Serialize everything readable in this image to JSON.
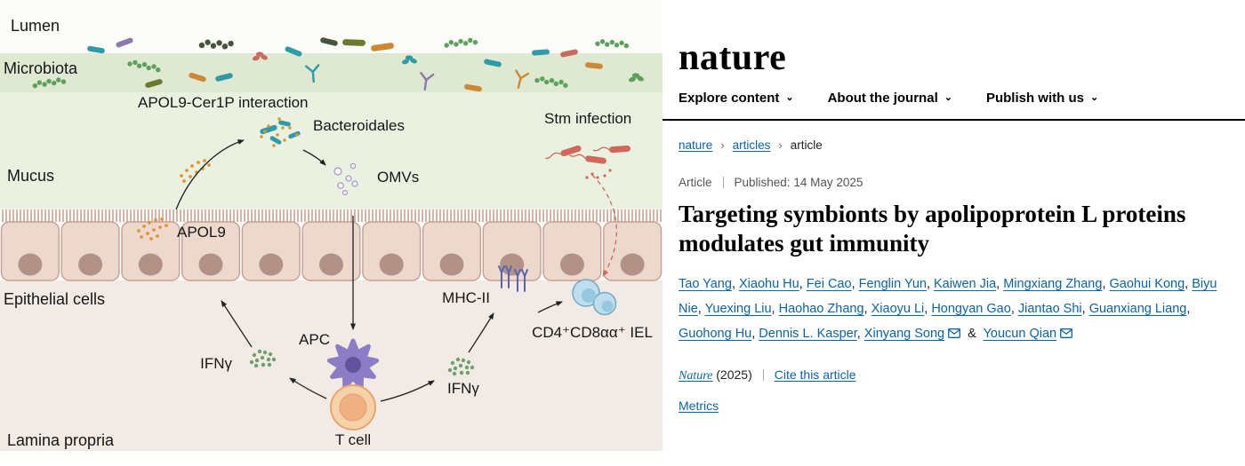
{
  "diagram": {
    "labels": {
      "lumen": "Lumen",
      "microbiota": "Microbiota",
      "apol9_cer1p": "APOL9-Cer1P interaction",
      "bacteroidales": "Bacteroidales",
      "omvs": "OMVs",
      "mucus": "Mucus",
      "stm_infection": "Stm infection",
      "apol9": "APOL9",
      "epithelial_cells": "Epithelial cells",
      "mhc2": "MHC-II",
      "iel": "CD4⁺CD8αα⁺ IEL",
      "apc": "APC",
      "ifng_left": "IFNγ",
      "ifng_right": "IFNγ",
      "t_cell": "T cell",
      "lamina_propria": "Lamina propria"
    },
    "colors": {
      "lumen_bg": "#fcfcf9",
      "band_bg": "#dfe9d2",
      "mucus_bg": "#eaf1e0",
      "lamina_bg": "#f2eae4",
      "bottom_bg": "#fdfdfb",
      "epithelial_fill": "#ecd8cd",
      "epithelial_stroke": "#c6a093",
      "villi": "#cba296",
      "nucleus": "#b29186",
      "apc": "#8b7cc6",
      "apc_nucleus": "#63539e",
      "t_cell": "#f6d2ab",
      "t_cell_stroke": "#e8a46f",
      "t_cell_inner": "#efb184",
      "iel_fill": "#bedded",
      "iel_stroke": "#74aac6",
      "iel_inner": "#96c8de",
      "mhc": "#5566b0",
      "stm": "#d2675c",
      "apol9_dots": "#dd9630",
      "ifng_dots": "#6f9f6f",
      "omv": "#a493c4",
      "teal": "#2f9ba8",
      "green": "#5ba05b",
      "orange": "#cc8833",
      "olive": "#6b7a2e",
      "red": "#c96a5e",
      "purple": "#8a7ab0",
      "dark": "#46543e",
      "arrow": "#222222"
    }
  },
  "article": {
    "logo": "nature",
    "colors": {
      "link": "#0b63a8"
    },
    "nav": [
      {
        "label": "Explore content"
      },
      {
        "label": "About the journal"
      },
      {
        "label": "Publish with us"
      }
    ],
    "breadcrumb": [
      "nature",
      "articles",
      "article"
    ],
    "meta": {
      "type": "Article",
      "published_label": "Published:",
      "date": "14 May 2025"
    },
    "title": "Targeting symbionts by apolipoprotein L proteins modulates gut immunity",
    "authors": [
      "Tao Yang",
      "Xiaohu Hu",
      "Fei Cao",
      "Fenglin Yun",
      "Kaiwen Jia",
      "Mingxiang Zhang",
      "Gaohui Kong",
      "Biyu Nie",
      "Yuexing Liu",
      "Haohao Zhang",
      "Xiaoyu Li",
      "Hongyan Gao",
      "Jiantao Shi",
      "Guanxiang Liang",
      "Guohong Hu",
      "Dennis L. Kasper",
      "Xinyang Song",
      "Youcun Qian"
    ],
    "corresponding": [
      "Xinyang Song",
      "Youcun Qian"
    ],
    "journal_ref": {
      "journal": "Nature",
      "year": "(2025)",
      "cite": "Cite this article"
    },
    "metrics": "Metrics"
  }
}
